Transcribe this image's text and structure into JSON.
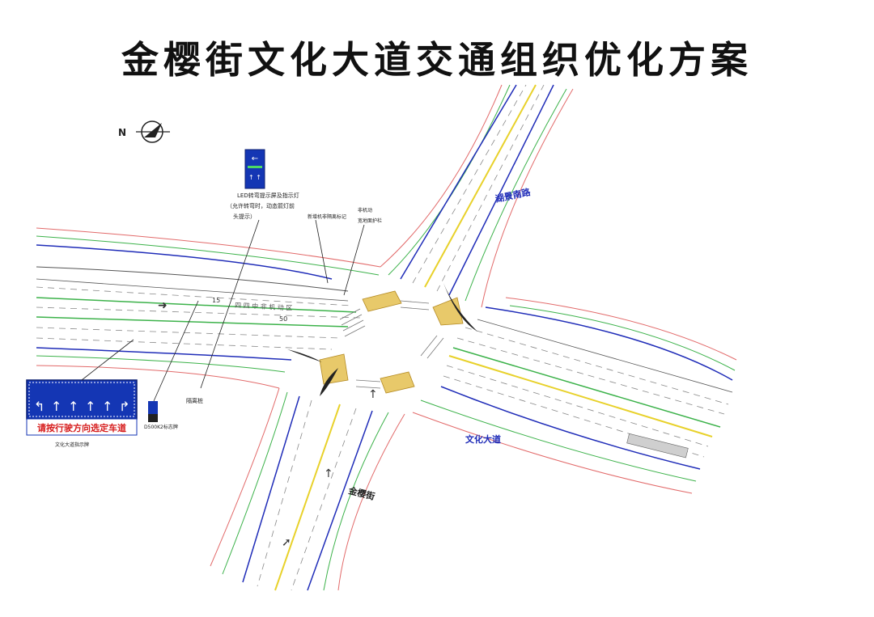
{
  "title": "金樱街文化大道交通组织优化方案",
  "north_label": "N",
  "roads": {
    "hujing": "湖景南路",
    "wenhua": "文化大道",
    "jinying": "金樱街"
  },
  "annotations": {
    "led_line1": "LED转弯提示屏及指示灯",
    "led_line2": "（允许转弯时，动态箭灯前",
    "led_line3": "头提示）",
    "new_marking": "新增机非隔离标记",
    "guardrail_1": "非机动",
    "guardrail_2": "宽地面护栏",
    "sign_caption": "文化大道指示牌",
    "small_sign": "D500K2标志牌",
    "bollard": "隔离桩",
    "lane_text": "请按行驶方向选定车道"
  },
  "lane_labels": [
    "15",
    "50"
  ],
  "road_text": "四 四 中 非 机 动 区",
  "colors": {
    "sign_blue": "#1436b4",
    "sign_red": "#d61c1c",
    "road_blue": "#1f2cb8",
    "road_red": "#e26a6a",
    "road_green": "#3cb24a",
    "road_yellow": "#e8d12a",
    "crosswalk": "#e8c96a"
  }
}
